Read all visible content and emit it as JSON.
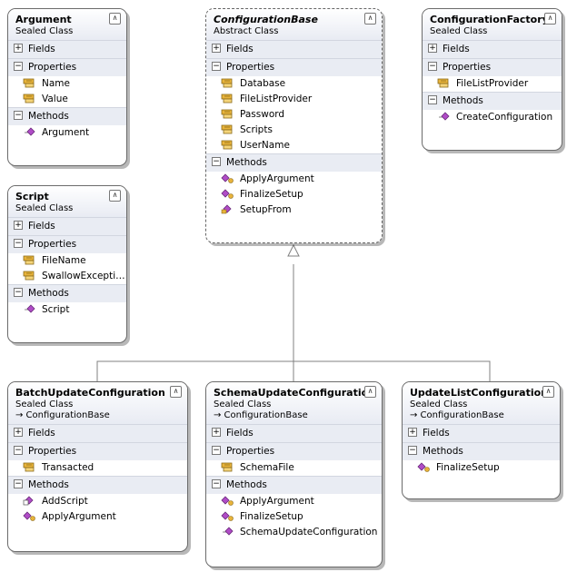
{
  "colors": {
    "section_bg": "#e9ecf3",
    "border": "#6b6b6b",
    "property_icon": "#e8b33a",
    "method_icon": "#b04cc7",
    "connector": "#808080"
  },
  "classes": {
    "argument": {
      "name": "Argument",
      "kind": "Sealed Class",
      "sections": {
        "fields": "Fields",
        "properties": "Properties",
        "methods": "Methods"
      },
      "properties": [
        "Name",
        "Value"
      ],
      "methods": [
        "Argument"
      ]
    },
    "configuration_base": {
      "name": "ConfigurationBase",
      "kind": "Abstract Class",
      "sections": {
        "fields": "Fields",
        "properties": "Properties",
        "methods": "Methods"
      },
      "properties": [
        "Database",
        "FileListProvider",
        "Password",
        "Scripts",
        "UserName"
      ],
      "methods": [
        "ApplyArgument",
        "FinalizeSetup",
        "SetupFrom"
      ]
    },
    "configuration_factory": {
      "name": "ConfigurationFactory",
      "kind": "Sealed Class",
      "sections": {
        "fields": "Fields",
        "properties": "Properties",
        "methods": "Methods"
      },
      "properties": [
        "FileListProvider"
      ],
      "methods": [
        "CreateConfiguration"
      ]
    },
    "script": {
      "name": "Script",
      "kind": "Sealed Class",
      "sections": {
        "fields": "Fields",
        "properties": "Properties",
        "methods": "Methods"
      },
      "properties": [
        "FileName",
        "SwallowExcepti…"
      ],
      "methods": [
        "Script"
      ]
    },
    "batch_update": {
      "name": "BatchUpdateConfiguration",
      "kind": "Sealed Class",
      "inherits": "→ ConfigurationBase",
      "sections": {
        "fields": "Fields",
        "properties": "Properties",
        "methods": "Methods"
      },
      "properties": [
        "Transacted"
      ],
      "methods": [
        "AddScript",
        "ApplyArgument"
      ]
    },
    "schema_update": {
      "name": "SchemaUpdateConfiguration",
      "kind": "Sealed Class",
      "inherits": "→ ConfigurationBase",
      "sections": {
        "fields": "Fields",
        "properties": "Properties",
        "methods": "Methods"
      },
      "properties": [
        "SchemaFile"
      ],
      "methods": [
        "ApplyArgument",
        "FinalizeSetup",
        "SchemaUpdateConfiguration"
      ]
    },
    "update_list": {
      "name": "UpdateListConfiguration",
      "kind": "Sealed Class",
      "inherits": "→ ConfigurationBase",
      "sections": {
        "fields": "Fields",
        "methods": "Methods"
      },
      "methods": [
        "FinalizeSetup"
      ]
    }
  }
}
